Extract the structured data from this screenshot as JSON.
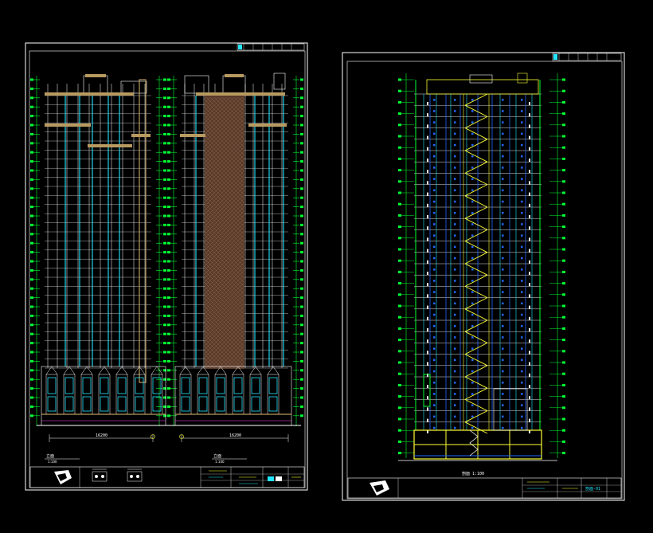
{
  "sheet_left": {
    "elevation_1": {
      "label": "立面",
      "sub": "1:100"
    },
    "elevation_2": {
      "label": "立面",
      "sub": "1:100"
    },
    "dim_1": "16200",
    "dim_2": "16200",
    "title_block": {
      "project": "",
      "drawing": ""
    }
  },
  "sheet_right": {
    "section": {
      "label": "剖面 1:100"
    },
    "title_block": {
      "code": "剖面-01"
    }
  },
  "colors": {
    "frame": "#ffffff",
    "green": "#00ff33",
    "cyan": "#22e6ff",
    "yellow": "#ffff33",
    "magenta": "#ff44ff",
    "blue": "#2266ff",
    "brick": "#5a3a2a",
    "tan": "#b89a60"
  }
}
